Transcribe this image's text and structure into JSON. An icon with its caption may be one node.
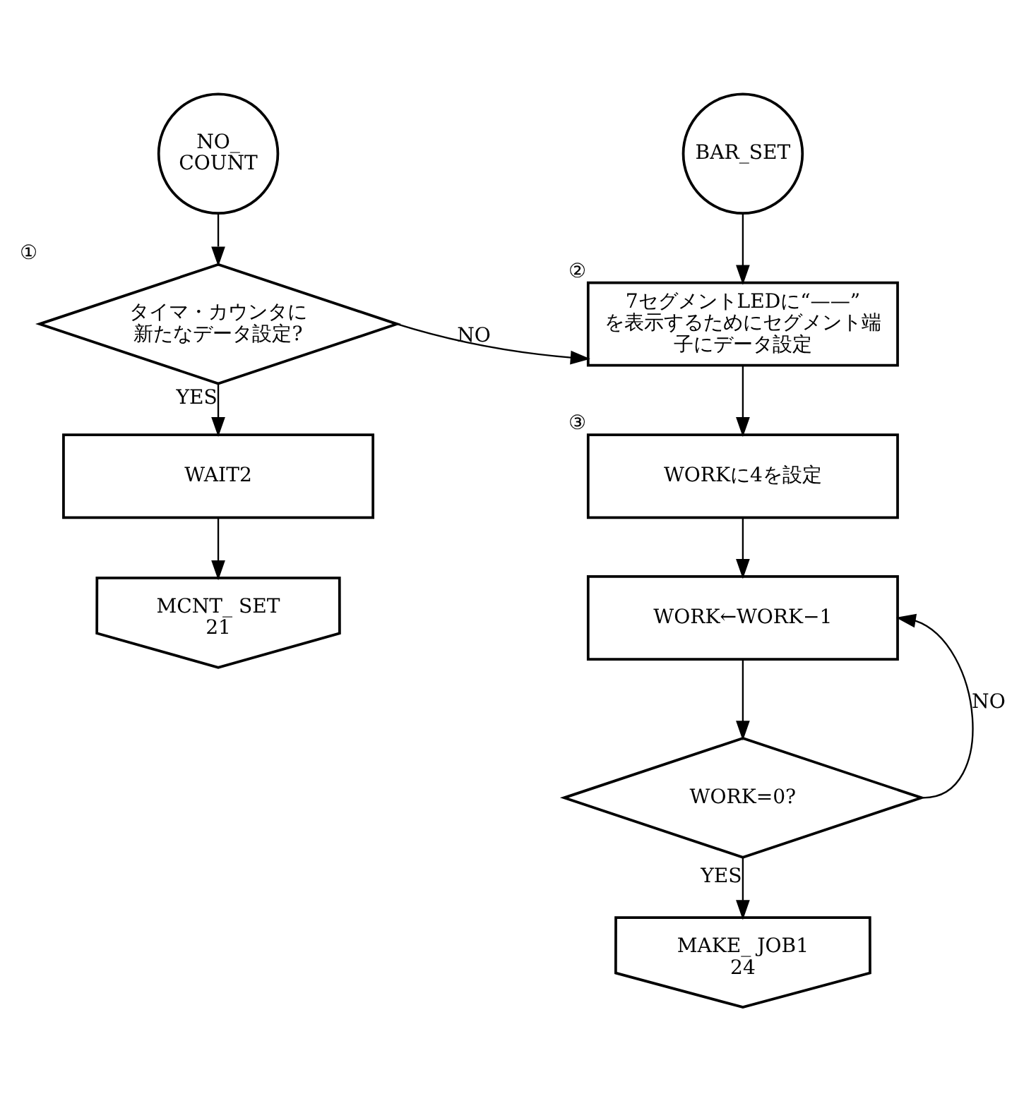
{
  "diagram": {
    "nodes": [
      {
        "text": [
          "NO_ COUNT"
        ]
      },
      {
        "text": [
          "タイマ・カウンタに新たなデータ設定?"
        ],
        "beside": [
          "①"
        ]
      },
      {
        "text": [
          "WAIT2"
        ]
      },
      {
        "text": [
          "MCNT_ SET",
          "21"
        ]
      },
      {
        "text": [
          "BAR_SET"
        ]
      },
      {
        "text": [
          "7セグメントLEDに“——”を表示するためにセグメント端子にデータ設定"
        ],
        "beside": [
          "②"
        ]
      },
      {
        "text": [
          "WORKに4を設定"
        ],
        "beside": [
          "③"
        ]
      },
      {
        "text": [
          "WORK←WORK−1"
        ]
      },
      {
        "text": [
          "WORK=0?"
        ]
      },
      {
        "text": [
          "MAKE_ JOB1",
          "24"
        ]
      }
    ],
    "edges": [
      {
        "from": 0,
        "to": 1,
        "arrow": "to"
      },
      {
        "from": 1,
        "to": 2,
        "arrow": "to",
        "label": "YES"
      },
      {
        "from": 2,
        "to": 3,
        "arrow": "to"
      },
      {
        "from": 1,
        "to": 5,
        "arrow": "to",
        "label": "NO"
      },
      {
        "from": 4,
        "to": 5,
        "arrow": "to"
      },
      {
        "from": 5,
        "to": 6,
        "arrow": "to"
      },
      {
        "from": 6,
        "to": 7,
        "arrow": "to"
      },
      {
        "from": 7,
        "to": 8,
        "arrow": "to"
      },
      {
        "from": 8,
        "to": 7,
        "arrow": "to",
        "label": "NO"
      },
      {
        "from": 8,
        "to": 9,
        "arrow": "to",
        "label": "YES"
      }
    ]
  }
}
